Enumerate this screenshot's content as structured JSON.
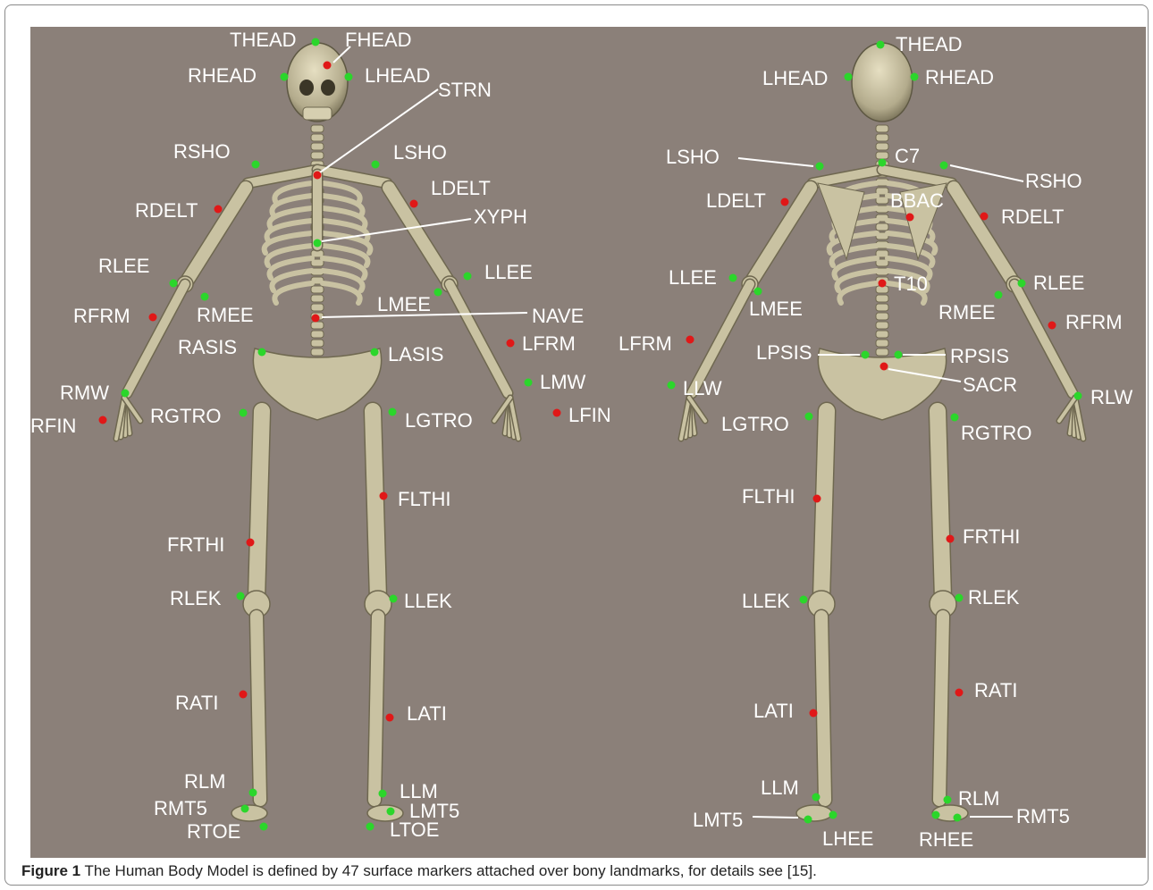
{
  "figure": {
    "caption_label": "Figure 1",
    "caption_text": " The Human Body Model is defined by 47 surface markers attached over bony landmarks, for details see [15].",
    "colors": {
      "background": "#8b8079",
      "bone": "#c9c2a2",
      "bone_shade": "#8f8768",
      "marker_green": "#2bd62b",
      "marker_red": "#e01818",
      "label": "#ffffff"
    },
    "anterior_view": {
      "labels": [
        "THEAD",
        "FHEAD",
        "RHEAD",
        "LHEAD",
        "STRN",
        "RSHO",
        "LSHO",
        "LDELT",
        "RDELT",
        "XYPH",
        "RLEE",
        "LLEE",
        "RFRM",
        "RMEE",
        "LMEE",
        "NAVE",
        "LFRM",
        "RASIS",
        "LASIS",
        "RMW",
        "LMW",
        "RFIN",
        "LFIN",
        "RGTRO",
        "LGTRO",
        "FLTHI",
        "FRTHI",
        "RLEK",
        "LLEK",
        "RATI",
        "LATI",
        "RLM",
        "LLM",
        "RMT5",
        "LMT5",
        "RTOE",
        "LTOE"
      ]
    },
    "posterior_view": {
      "labels": [
        "THEAD",
        "LHEAD",
        "RHEAD",
        "LSHO",
        "C7",
        "RSHO",
        "LDELT",
        "BBAC",
        "RDELT",
        "LLEE",
        "T10",
        "RLEE",
        "LMEE",
        "RMEE",
        "LFRM",
        "RFRM",
        "LPSIS",
        "RPSIS",
        "SACR",
        "LLW",
        "RLW",
        "LGTRO",
        "RGTRO",
        "FLTHI",
        "FRTHI",
        "LLEK",
        "RLEK",
        "LATI",
        "RATI",
        "LLM",
        "RLM",
        "LMT5",
        "RMT5",
        "LHEE",
        "RHEE"
      ]
    }
  }
}
